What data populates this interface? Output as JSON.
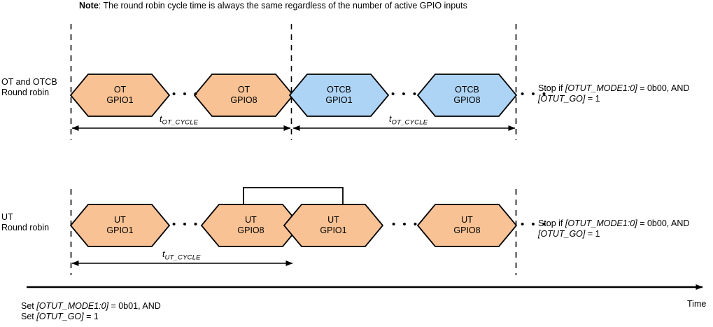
{
  "note": {
    "bold": "Note",
    "rest": ": The round robin cycle time is always the same regardless of the number of active GPIO inputs"
  },
  "rows": [
    {
      "label_line1": "OT and OTCB",
      "label_line2": "Round robin",
      "blocks": [
        {
          "line1": "OT",
          "line2": "GPIO1",
          "color": "#F8C294"
        },
        {
          "line1": "OT",
          "line2": "GPIO8",
          "color": "#F8C294"
        },
        {
          "line1": "OTCB",
          "line2": "GPIO1",
          "color": "#AED4F5"
        },
        {
          "line1": "OTCB",
          "line2": "GPIO8",
          "color": "#AED4F5"
        }
      ],
      "cycle_label_t": "t",
      "cycle_label_sub": "OT_CYCLE",
      "stop_prefix": "Stop if ",
      "stop_reg1": "[OTUT_MODE1:0]",
      "stop_mid": " = 0b00, AND",
      "stop_reg2": "[OTUT_GO]",
      "stop_suffix": " = 1"
    },
    {
      "label_line1": "UT",
      "label_line2": "Round robin",
      "blocks": [
        {
          "line1": "UT",
          "line2": "GPIO1",
          "color": "#F8C294"
        },
        {
          "line1": "UT",
          "line2": "GPIO8",
          "color": "#F8C294"
        },
        {
          "line1": "UT",
          "line2": "GPIO1",
          "color": "#F8C294"
        },
        {
          "line1": "UT",
          "line2": "GPIO8",
          "color": "#F8C294"
        }
      ],
      "cycle_label_t": "t",
      "cycle_label_sub": "UT_CYCLE",
      "stop_prefix": "Stop if ",
      "stop_reg1": "[OTUT_MODE1:0]",
      "stop_mid": " = 0b00, AND",
      "stop_reg2": "[OTUT_GO]",
      "stop_suffix": " = 1"
    }
  ],
  "set_note": {
    "line1_prefix": "Set ",
    "line1_reg": "[OTUT_MODE1:0]",
    "line1_suffix": " = 0b01, AND",
    "line2_prefix": "Set ",
    "line2_reg": "[OTUT_GO]",
    "line2_suffix": " = 1"
  },
  "time_axis_label": "Time",
  "ellipsis": "• • •",
  "colors": {
    "orange_fill": "#F8C294",
    "blue_fill": "#AED4F5",
    "stroke": "#000000",
    "background": "#FFFFFF"
  }
}
